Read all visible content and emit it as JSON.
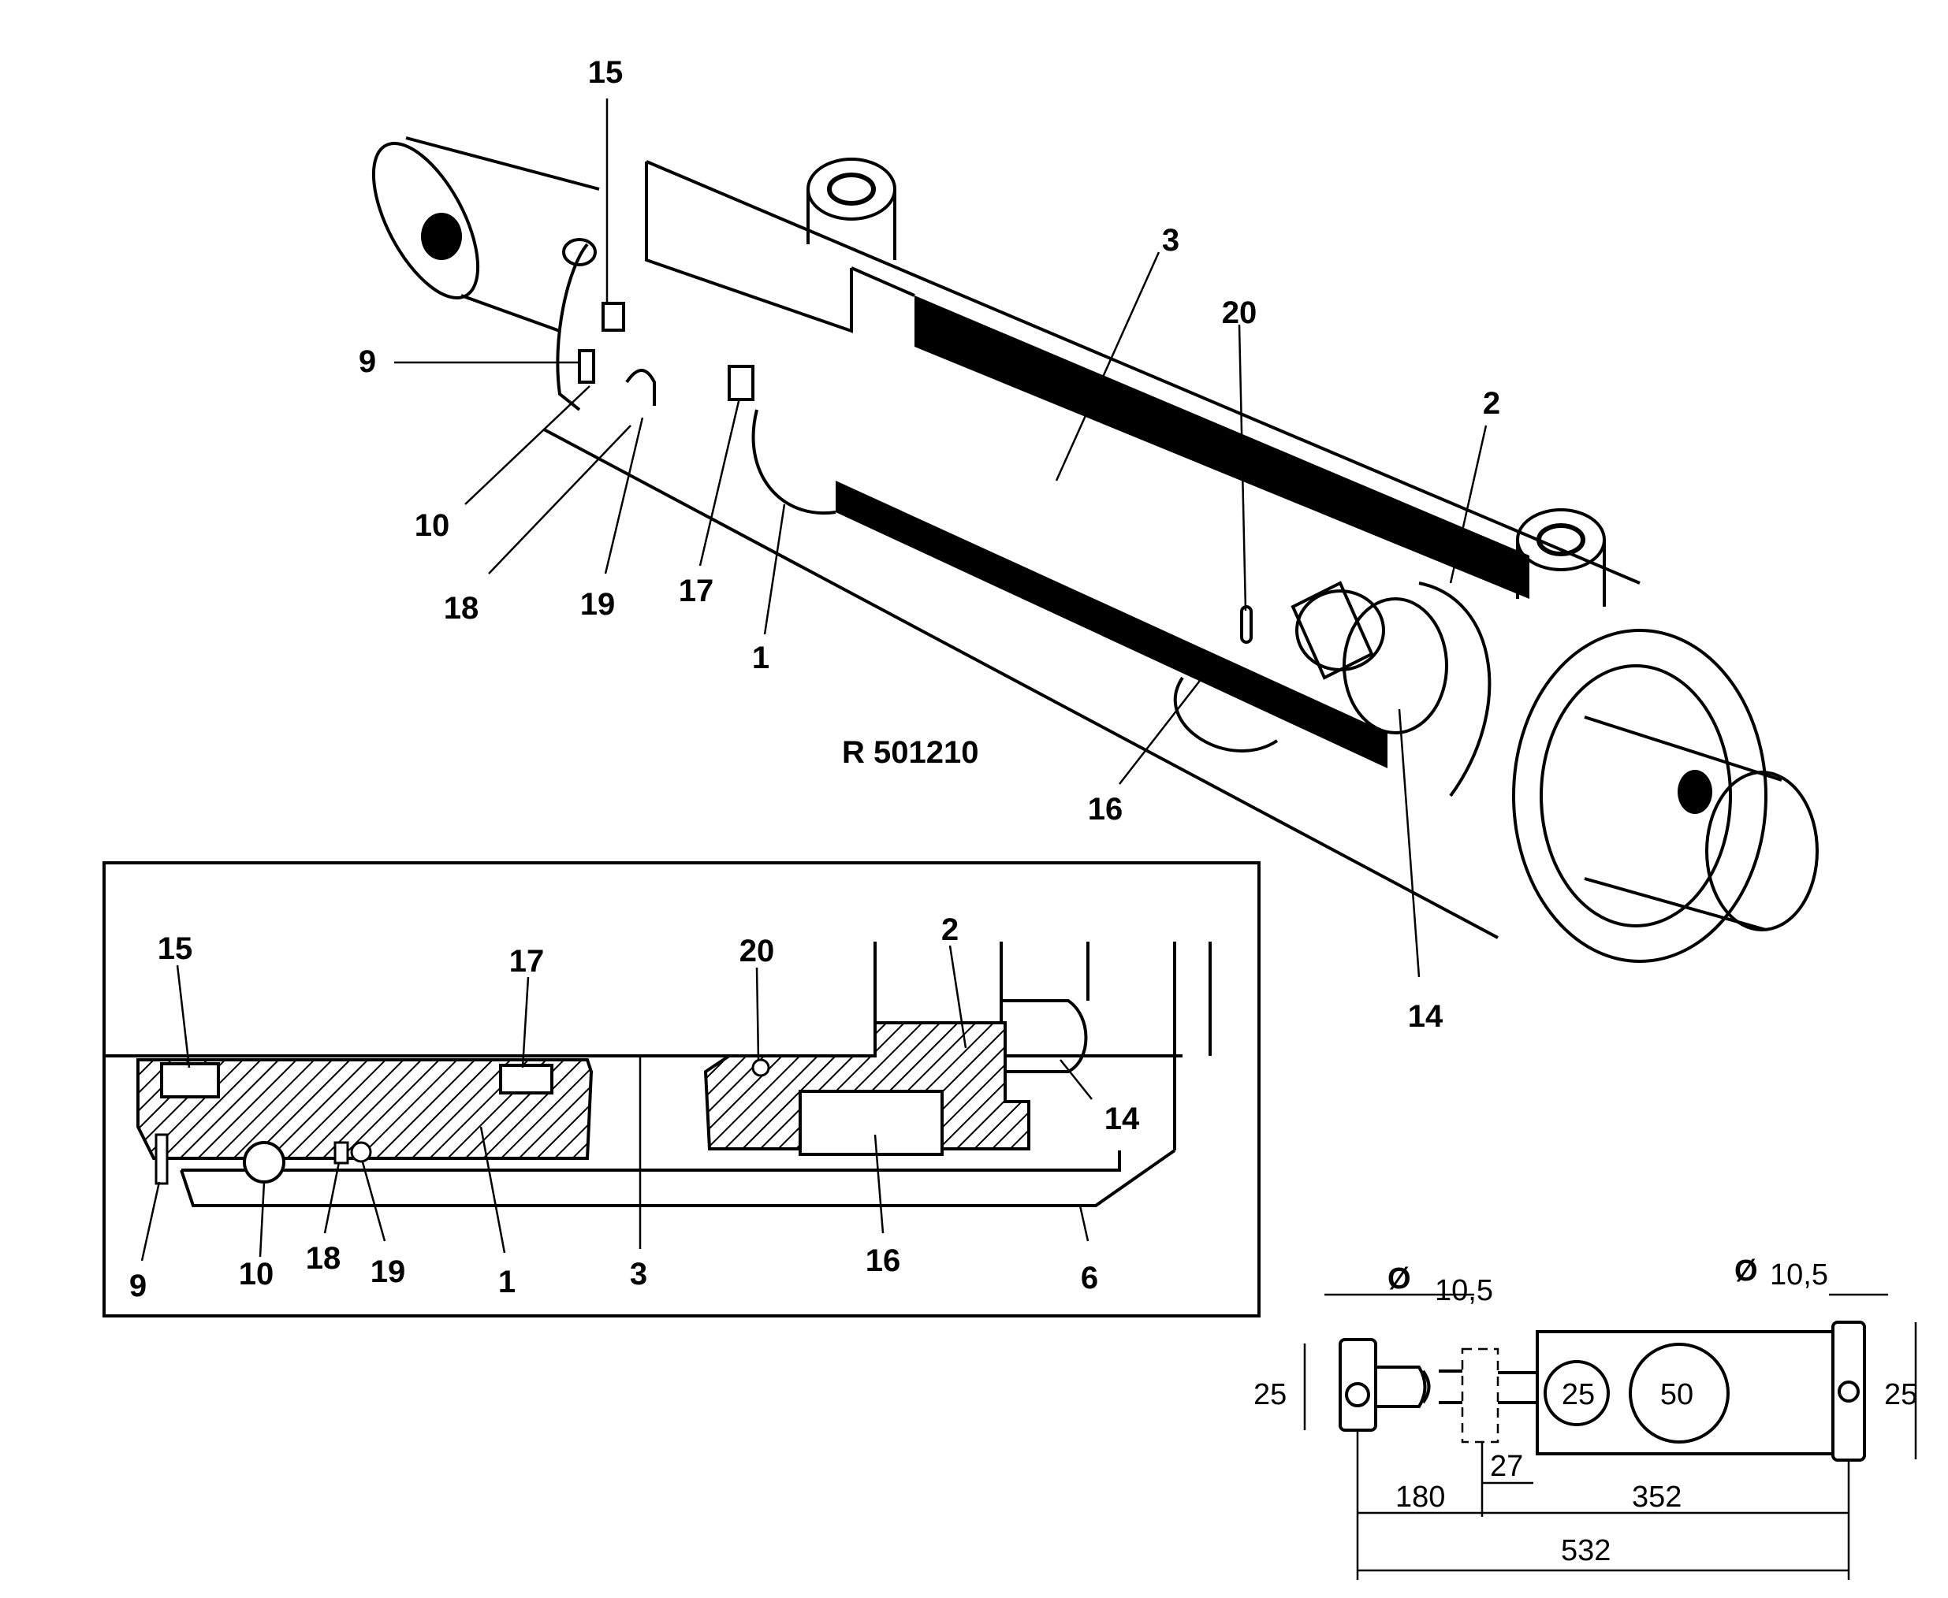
{
  "perspective_view": {
    "reference": "R 501210",
    "callouts": [
      "15",
      "3",
      "20",
      "2",
      "9",
      "10",
      "18",
      "19",
      "17",
      "1",
      "16",
      "14"
    ]
  },
  "section_view": {
    "top_callouts": [
      "15",
      "17",
      "20",
      "2",
      "14"
    ],
    "bottom_callouts": [
      "9",
      "10",
      "18",
      "19",
      "1",
      "3",
      "16",
      "6"
    ]
  },
  "dimension_drawing": {
    "left_pin_diameter_symbol": "Ø",
    "left_pin_diameter": "10,5",
    "right_pin_diameter_symbol": "Ø",
    "right_pin_diameter": "10,5",
    "left_eye_width": "25",
    "right_eye_width": "25",
    "rod_diameter": "25",
    "bore_diameter": "50",
    "offset": "27",
    "retracted_segment": "180",
    "stroke_segment": "352",
    "overall_length": "532"
  }
}
